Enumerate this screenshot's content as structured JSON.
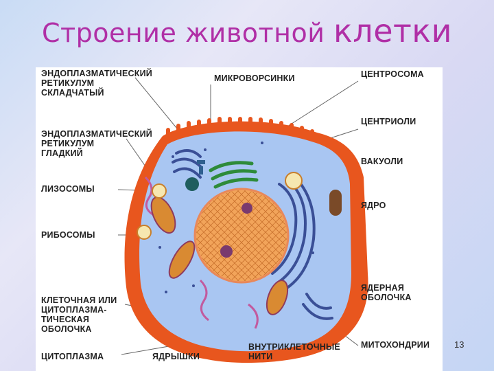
{
  "slide": {
    "title_part1": "Строение животной ",
    "title_part2": "клетки",
    "page_number": "13"
  },
  "labels": {
    "rough_er": "ЭНДОПЛАЗМАТИЧЕСКИЙ\nРЕТИКУЛУМ\nСКЛАДЧАТЫЙ",
    "smooth_er": "ЭНДОПЛАЗМАТИЧЕСКИЙ\nРЕТИКУЛУМ\nГЛАДКИЙ",
    "lysosomes": "ЛИЗОСОМЫ",
    "ribosomes": "РИБОСОМЫ",
    "cell_membrane": "КЛЕТОЧНАЯ ИЛИ\nЦИТОПЛАЗМА-\nТИЧЕСКАЯ\nОБОЛОЧКА",
    "cytoplasm": "ЦИТОПЛАЗМА",
    "nucleoli": "ЯДРЫШКИ",
    "microvilli": "МИКРОВОРСИНКИ",
    "intracellular_filaments": "ВНУТРИКЛЕТОЧНЫЕ\nНИТИ",
    "centrosome": "ЦЕНТРОСОМА",
    "centrioles": "ЦЕНТРИОЛИ",
    "vacuoles": "ВАКУОЛИ",
    "nucleus": "ЯДРО",
    "nuclear_envelope": "ЯДЕРНАЯ\nОБОЛОЧКА",
    "mitochondria": "МИТОХОНДРИИ"
  },
  "colors": {
    "title": "#b02fa6",
    "membrane": "#e8561e",
    "cytoplasm": "#a9c6f2",
    "nucleus": "#f2a45a",
    "er": "#3a4f96",
    "golgi": "#2e8b3a",
    "lysosome": "#d98a32"
  }
}
